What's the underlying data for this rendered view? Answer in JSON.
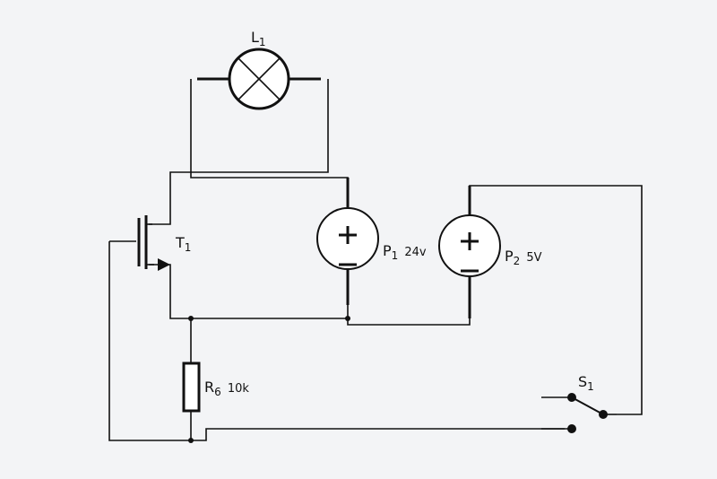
{
  "components": {
    "lamp": {
      "name": "L",
      "sub": "1"
    },
    "transistor": {
      "name": "T",
      "sub": "1"
    },
    "supply1": {
      "name": "P",
      "sub": "1",
      "value": "24v"
    },
    "supply2": {
      "name": "P",
      "sub": "2",
      "value": "5V"
    },
    "resistor": {
      "name": "R",
      "sub": "6",
      "value": "10k"
    },
    "switch": {
      "name": "S",
      "sub": "1"
    }
  },
  "colors": {
    "background": "#f3f4f6",
    "ink": "#111111",
    "symbol_fill": "#ffffff"
  }
}
